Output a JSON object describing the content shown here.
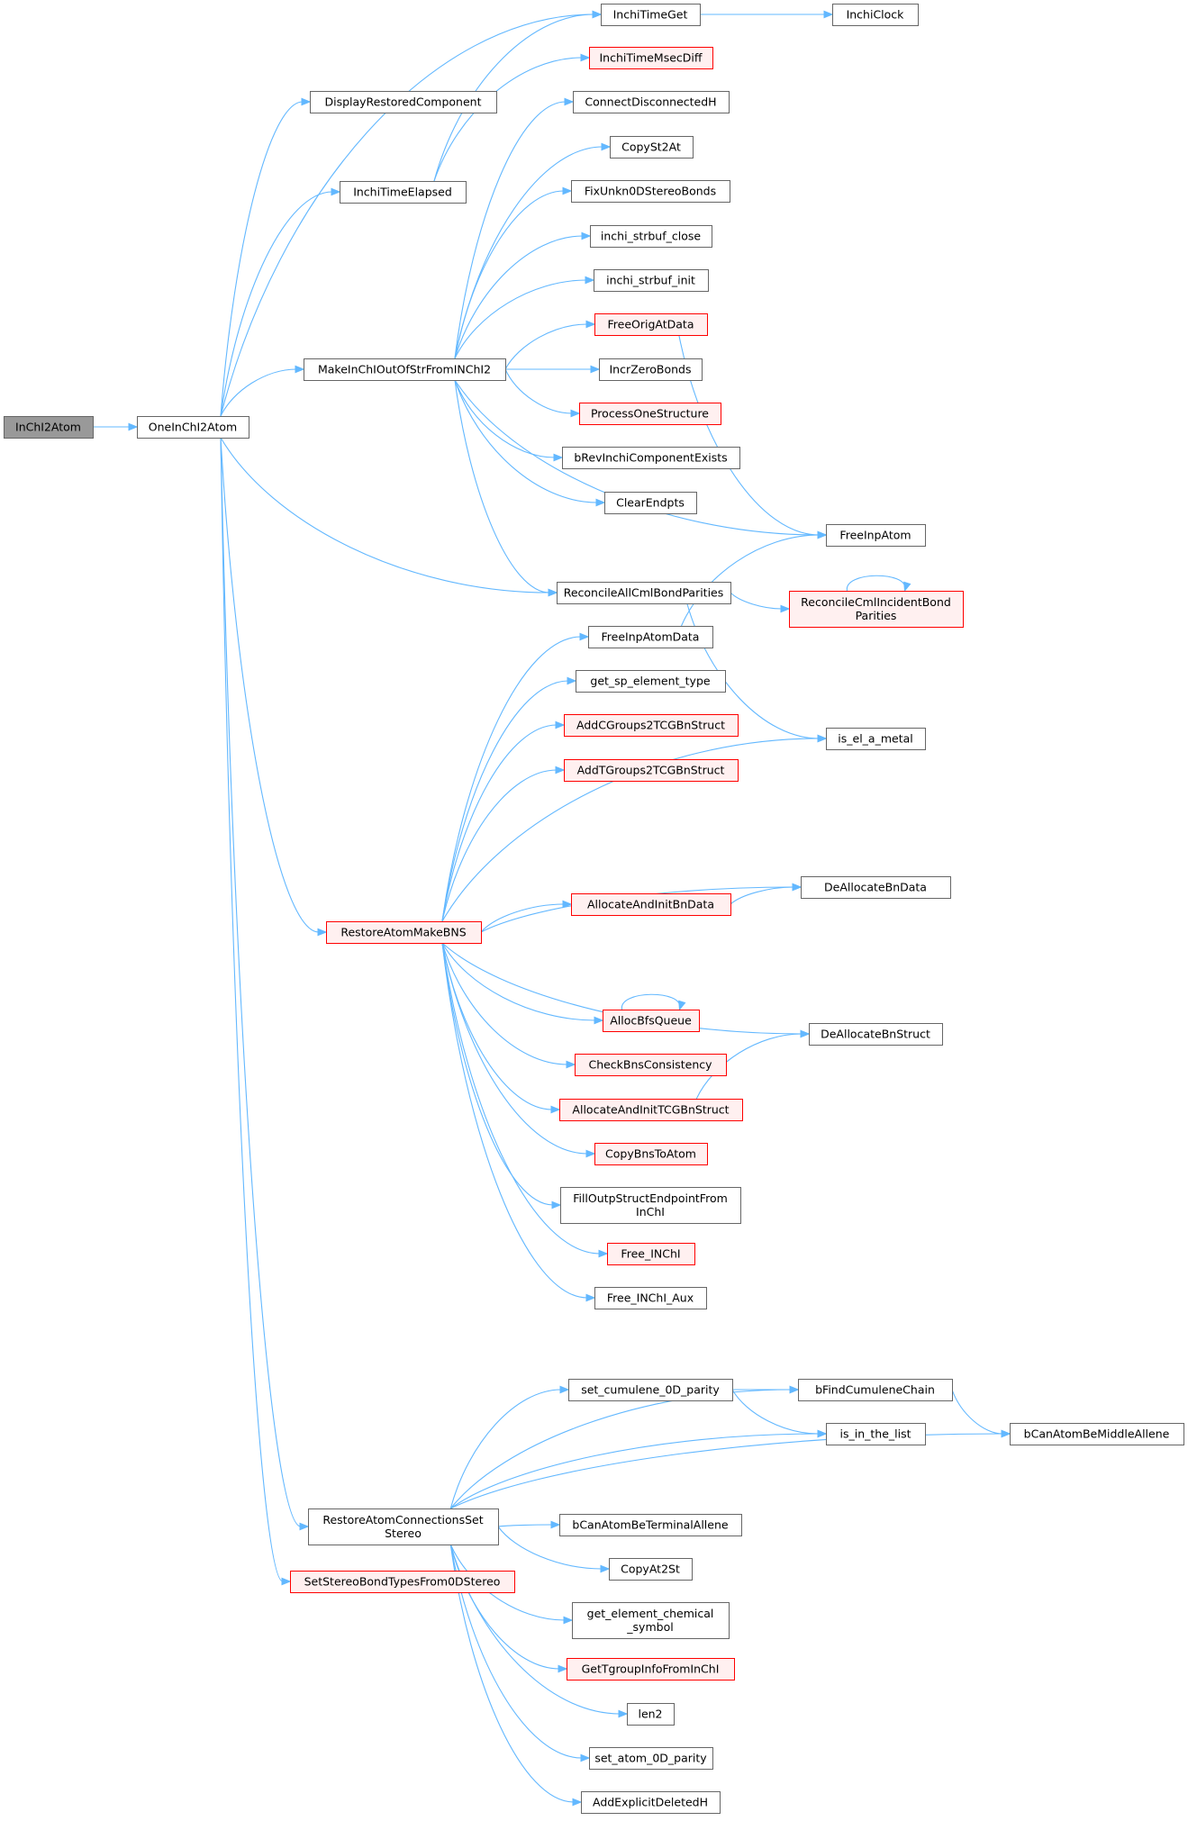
{
  "diagram": {
    "colors": {
      "edge": "#63b8ff",
      "node_border": "#666666",
      "node_fill": "#ffffff",
      "root_fill": "#999999",
      "root_border": "#666666",
      "truncated_border": "#ff0000",
      "truncated_fill": "#fff0f0"
    },
    "nodes": [
      {
        "id": "n0",
        "label": "InChI2Atom",
        "style": "root"
      },
      {
        "id": "n1",
        "label": "OneInChI2Atom",
        "style": "normal"
      },
      {
        "id": "n2",
        "label": "DisplayRestoredComponent",
        "style": "normal"
      },
      {
        "id": "n3",
        "label": "InchiTimeElapsed",
        "style": "normal"
      },
      {
        "id": "n4",
        "label": "MakeInChIOutOfStrFromINChI2",
        "style": "normal"
      },
      {
        "id": "n5",
        "label": "ReconcileAllCmlBondParities",
        "style": "normal"
      },
      {
        "id": "n6",
        "label": "RestoreAtomMakeBNS",
        "style": "truncated"
      },
      {
        "id": "n7",
        "label": "RestoreAtomConnectionsSetStereo",
        "lines": [
          "RestoreAtomConnectionsSet",
          "Stereo"
        ],
        "style": "normal"
      },
      {
        "id": "n8",
        "label": "SetStereoBondTypesFrom0DStereo",
        "style": "truncated"
      },
      {
        "id": "n9",
        "label": "InchiTimeGet",
        "style": "normal"
      },
      {
        "id": "n10",
        "label": "InchiTimeMsecDiff",
        "style": "truncated"
      },
      {
        "id": "n11",
        "label": "ConnectDisconnectedH",
        "style": "normal"
      },
      {
        "id": "n12",
        "label": "CopySt2At",
        "style": "normal"
      },
      {
        "id": "n13",
        "label": "FixUnkn0DStereoBonds",
        "style": "normal"
      },
      {
        "id": "n14",
        "label": "inchi_strbuf_close",
        "style": "normal"
      },
      {
        "id": "n15",
        "label": "inchi_strbuf_init",
        "style": "normal"
      },
      {
        "id": "n16",
        "label": "FreeOrigAtData",
        "style": "truncated"
      },
      {
        "id": "n17",
        "label": "IncrZeroBonds",
        "style": "normal"
      },
      {
        "id": "n18",
        "label": "ProcessOneStructure",
        "style": "truncated"
      },
      {
        "id": "n19",
        "label": "bRevInchiComponentExists",
        "style": "normal"
      },
      {
        "id": "n20",
        "label": "ClearEndpts",
        "style": "normal"
      },
      {
        "id": "n21",
        "label": "FreeInpAtomData",
        "style": "normal"
      },
      {
        "id": "n22",
        "label": "get_sp_element_type",
        "style": "normal"
      },
      {
        "id": "n23",
        "label": "AddCGroups2TCGBnStruct",
        "style": "truncated"
      },
      {
        "id": "n24",
        "label": "AddTGroups2TCGBnStruct",
        "style": "truncated"
      },
      {
        "id": "n25",
        "label": "AllocateAndInitBnData",
        "style": "truncated"
      },
      {
        "id": "n26",
        "label": "AllocBfsQueue",
        "style": "truncated"
      },
      {
        "id": "n27",
        "label": "CheckBnsConsistency",
        "style": "truncated"
      },
      {
        "id": "n28",
        "label": "AllocateAndInitTCGBnStruct",
        "style": "truncated"
      },
      {
        "id": "n29",
        "label": "CopyBnsToAtom",
        "style": "truncated"
      },
      {
        "id": "n30",
        "label": "FillOutpStructEndpointFromInChI",
        "lines": [
          "FillOutpStructEndpointFrom",
          "InChI"
        ],
        "style": "normal"
      },
      {
        "id": "n31",
        "label": "Free_INChI",
        "style": "truncated"
      },
      {
        "id": "n32",
        "label": "Free_INChI_Aux",
        "style": "normal"
      },
      {
        "id": "n33",
        "label": "set_cumulene_0D_parity",
        "style": "normal"
      },
      {
        "id": "n34",
        "label": "bCanAtomBeTerminalAllene",
        "style": "normal"
      },
      {
        "id": "n35",
        "label": "CopyAt2St",
        "style": "normal"
      },
      {
        "id": "n36",
        "label": "get_element_chemical_symbol",
        "lines": [
          "get_element_chemical",
          "_symbol"
        ],
        "style": "normal"
      },
      {
        "id": "n37",
        "label": "GetTgroupInfoFromInChI",
        "style": "truncated"
      },
      {
        "id": "n38",
        "label": "len2",
        "style": "normal"
      },
      {
        "id": "n39",
        "label": "set_atom_0D_parity",
        "style": "normal"
      },
      {
        "id": "n40",
        "label": "AddExplicitDeletedH",
        "style": "normal"
      },
      {
        "id": "n41",
        "label": "InchiClock",
        "style": "normal"
      },
      {
        "id": "n42",
        "label": "FreeInpAtom",
        "style": "normal"
      },
      {
        "id": "n43",
        "label": "ReconcileCmlIncidentBondParities",
        "lines": [
          "ReconcileCmlIncidentBond",
          "Parities"
        ],
        "style": "truncated"
      },
      {
        "id": "n44",
        "label": "is_el_a_metal",
        "style": "normal"
      },
      {
        "id": "n45",
        "label": "DeAllocateBnData",
        "style": "normal"
      },
      {
        "id": "n46",
        "label": "DeAllocateBnStruct",
        "style": "normal"
      },
      {
        "id": "n47",
        "label": "bFindCumuleneChain",
        "style": "normal"
      },
      {
        "id": "n48",
        "label": "is_in_the_list",
        "style": "normal"
      },
      {
        "id": "n49",
        "label": "bCanAtomBeMiddleAllene",
        "style": "normal"
      }
    ],
    "edges": [
      [
        "n0",
        "n1"
      ],
      [
        "n1",
        "n2"
      ],
      [
        "n1",
        "n9"
      ],
      [
        "n1",
        "n3"
      ],
      [
        "n1",
        "n4"
      ],
      [
        "n1",
        "n5"
      ],
      [
        "n1",
        "n6"
      ],
      [
        "n1",
        "n7"
      ],
      [
        "n1",
        "n8"
      ],
      [
        "n3",
        "n9"
      ],
      [
        "n3",
        "n10"
      ],
      [
        "n4",
        "n11"
      ],
      [
        "n4",
        "n12"
      ],
      [
        "n4",
        "n13"
      ],
      [
        "n4",
        "n14"
      ],
      [
        "n4",
        "n15"
      ],
      [
        "n4",
        "n16"
      ],
      [
        "n4",
        "n17"
      ],
      [
        "n4",
        "n18"
      ],
      [
        "n4",
        "n19"
      ],
      [
        "n4",
        "n20"
      ],
      [
        "n4",
        "n42"
      ],
      [
        "n4",
        "n5"
      ],
      [
        "n9",
        "n41"
      ],
      [
        "n16",
        "n42"
      ],
      [
        "n5",
        "n43"
      ],
      [
        "n5",
        "n44"
      ],
      [
        "n43",
        "n43"
      ],
      [
        "n21",
        "n42"
      ],
      [
        "n6",
        "n21"
      ],
      [
        "n6",
        "n22"
      ],
      [
        "n6",
        "n23"
      ],
      [
        "n6",
        "n24"
      ],
      [
        "n6",
        "n44"
      ],
      [
        "n6",
        "n45"
      ],
      [
        "n6",
        "n25"
      ],
      [
        "n6",
        "n46"
      ],
      [
        "n6",
        "n26"
      ],
      [
        "n6",
        "n27"
      ],
      [
        "n6",
        "n28"
      ],
      [
        "n6",
        "n29"
      ],
      [
        "n6",
        "n30"
      ],
      [
        "n6",
        "n31"
      ],
      [
        "n6",
        "n32"
      ],
      [
        "n25",
        "n45"
      ],
      [
        "n26",
        "n26"
      ],
      [
        "n28",
        "n46"
      ],
      [
        "n7",
        "n47"
      ],
      [
        "n7",
        "n33"
      ],
      [
        "n7",
        "n48"
      ],
      [
        "n7",
        "n49"
      ],
      [
        "n7",
        "n34"
      ],
      [
        "n7",
        "n35"
      ],
      [
        "n7",
        "n36"
      ],
      [
        "n7",
        "n37"
      ],
      [
        "n7",
        "n38"
      ],
      [
        "n7",
        "n39"
      ],
      [
        "n7",
        "n40"
      ],
      [
        "n33",
        "n47"
      ],
      [
        "n33",
        "n48"
      ],
      [
        "n47",
        "n49"
      ]
    ]
  }
}
